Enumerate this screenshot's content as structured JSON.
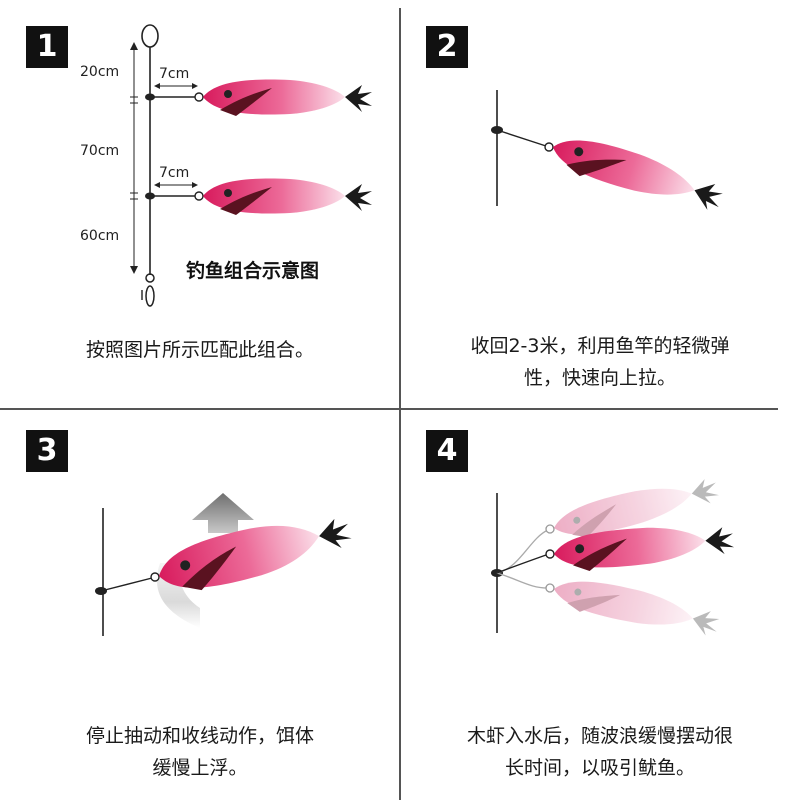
{
  "panels": [
    {
      "number": "1",
      "caption": "按照图片所示匹配此组合。"
    },
    {
      "number": "2",
      "caption_line1": "收回2-3米，利用鱼竿的轻微弹",
      "caption_line2": "性，快速向上拉。"
    },
    {
      "number": "3",
      "caption_line1": "停止抽动和收线动作，饵体",
      "caption_line2": "缓慢上浮。"
    },
    {
      "number": "4",
      "caption_line1": "木虾入水后，随波浪缓慢摆动很",
      "caption_line2": "长时间，以吸引鱿鱼。"
    }
  ],
  "rig": {
    "title": "钓鱼组合示意图",
    "dim_top": "20cm",
    "dim_mid": "70cm",
    "dim_bottom": "60cm",
    "leader_1": "7cm",
    "leader_2": "7cm"
  },
  "colors": {
    "lure_pink": "#e0306e",
    "lure_light": "#f6c8da",
    "line": "#222222",
    "badge": "#111111"
  }
}
